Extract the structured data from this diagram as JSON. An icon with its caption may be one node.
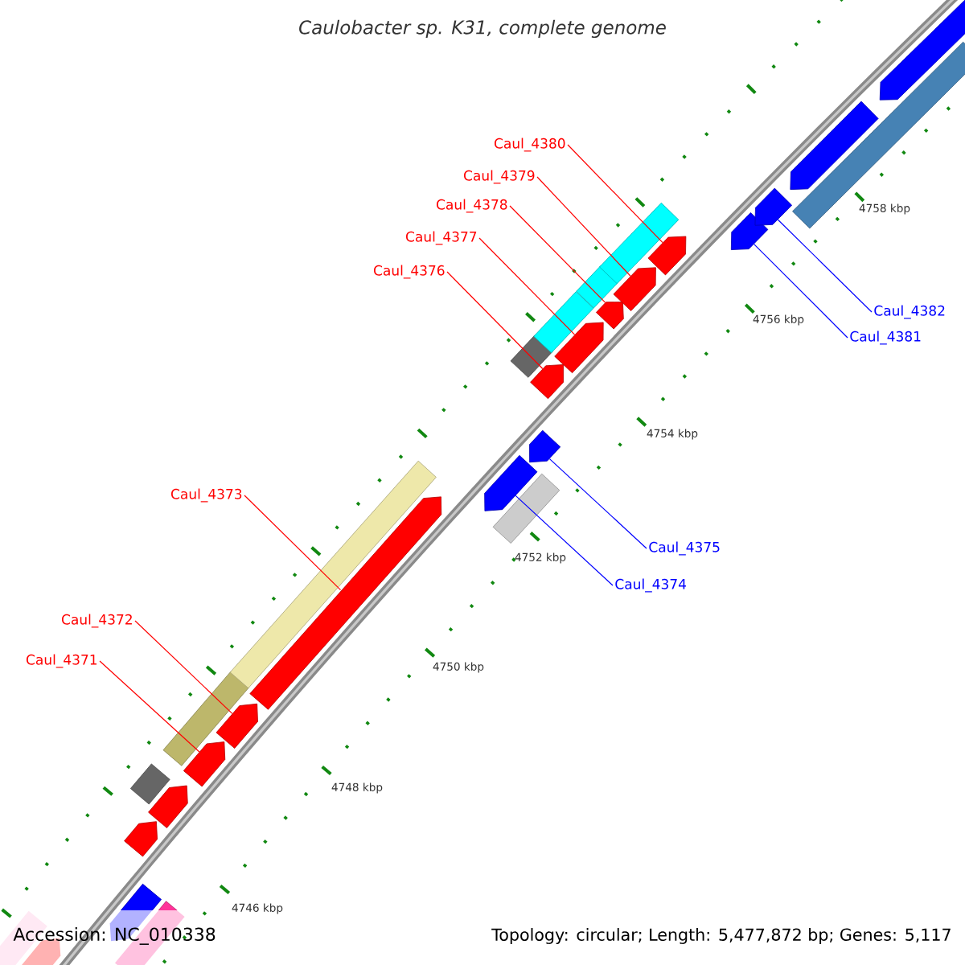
{
  "diagram": {
    "title": "Caulobacter sp. K31, complete genome",
    "nodes": [
      {
        "text": [
          "Caul_4380"
        ]
      },
      {
        "text": [
          "Caul_4379"
        ]
      },
      {
        "text": [
          "Caul_4378"
        ]
      },
      {
        "text": [
          "Caul_4377"
        ]
      },
      {
        "text": [
          "Caul_4376"
        ]
      },
      {
        "text": [
          "Caul_4382"
        ]
      },
      {
        "text": [
          "Caul_4381"
        ]
      },
      {
        "text": [
          "Caul_4373"
        ]
      },
      {
        "text": [
          "Caul_4375"
        ]
      },
      {
        "text": [
          "Caul_4374"
        ]
      },
      {
        "text": [
          "Caul_4372"
        ]
      },
      {
        "text": [
          "Caul_4371"
        ]
      },
      {
        "text": [],
        "shape": "arrow"
      },
      {
        "text": [],
        "shape": "box"
      },
      {
        "text": [],
        "shape": "box"
      },
      {
        "text": [],
        "shape": "arrow"
      },
      {
        "text": [],
        "shape": "arrow"
      },
      {
        "text": [],
        "shape": "arrow"
      },
      {
        "text": [],
        "shape": "box"
      },
      {
        "text": [],
        "shape": "arrow"
      },
      {
        "text": [],
        "shape": "arrow"
      },
      {
        "text": [],
        "shape": "box"
      },
      {
        "text": [],
        "shape": "arrow"
      },
      {
        "text": [],
        "shape": "box"
      },
      {
        "text": [],
        "shape": "box"
      },
      {
        "text": [],
        "shape": "arrow"
      },
      {
        "text": [],
        "shape": "arrow"
      },
      {
        "text": [],
        "shape": "arrow"
      },
      {
        "text": [],
        "shape": "box"
      },
      {
        "text": [],
        "shape": "arrow"
      },
      {
        "text": [],
        "shape": "box"
      },
      {
        "text": [],
        "shape": "arrow"
      },
      {
        "text": [],
        "shape": "box"
      },
      {
        "text": [],
        "shape": "arrow"
      },
      {
        "text": [],
        "shape": "arrow"
      },
      {
        "text": [],
        "shape": "box"
      },
      {
        "text": [],
        "shape": "arrow"
      },
      {
        "text": [],
        "shape": "arrow"
      },
      {
        "text": [],
        "shape": "arrow"
      },
      {
        "text": [],
        "shape": "box"
      },
      {
        "text": [],
        "shape": "arrow"
      }
    ],
    "edges": [
      {
        "from": 0,
        "to": 34,
        "arrow": "none"
      },
      {
        "from": 1,
        "to": 33,
        "arrow": "none"
      },
      {
        "from": 2,
        "to": 31,
        "arrow": "none"
      },
      {
        "from": 3,
        "to": 29,
        "arrow": "none"
      },
      {
        "from": 4,
        "to": 27,
        "arrow": "none"
      },
      {
        "from": 5,
        "to": 37,
        "arrow": "none",
        "color": "#0000ff"
      },
      {
        "from": 6,
        "to": 36,
        "arrow": "none",
        "color": "#0000ff"
      },
      {
        "from": 7,
        "to": 22,
        "arrow": "none"
      },
      {
        "from": 8,
        "to": 26,
        "arrow": "none",
        "color": "#0000ff"
      },
      {
        "from": 9,
        "to": 25,
        "arrow": "none",
        "color": "#0000ff"
      },
      {
        "from": 10,
        "to": 20,
        "arrow": "none"
      },
      {
        "from": 11,
        "to": 19,
        "arrow": "none"
      }
    ],
    "labels": [
      "4758 kbp",
      "4756 kbp",
      "4754 kbp",
      "4752 kbp",
      "4750 kbp",
      "4748 kbp",
      "4746 kbp",
      "Accession: NC_010338",
      "Topology: circular; Length: 5,477,872 bp; Genes: 5,117"
    ]
  }
}
